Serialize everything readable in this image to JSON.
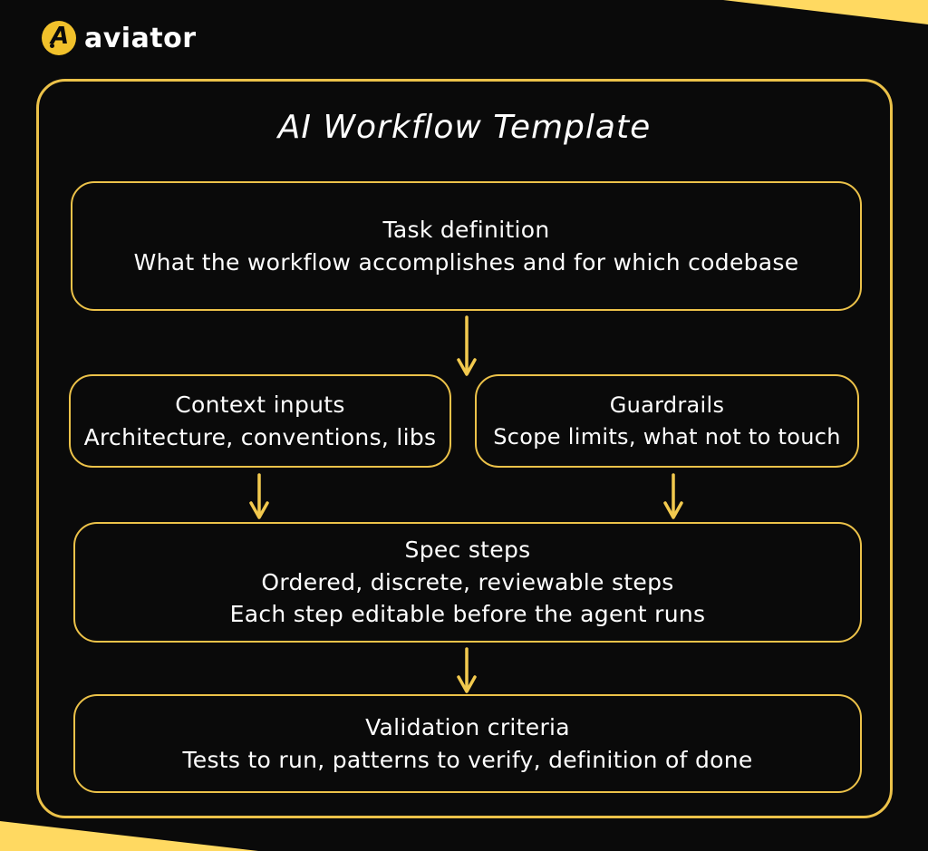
{
  "colors": {
    "background": "#0a0a0a",
    "border_gold": "#ecc249",
    "arrow_gold": "#f2c94e",
    "corner_wedge_yellow": "#ffd961",
    "logo_circle_yellow": "#f1c12b",
    "text": "#ffffff"
  },
  "logo": {
    "brand": "aviator",
    "icon_letter": "A"
  },
  "diagram": {
    "title": "AI Workflow Template",
    "nodes": [
      {
        "id": "task",
        "title": "Task definition",
        "lines": [
          "What the workflow accomplishes and for which codebase"
        ]
      },
      {
        "id": "context",
        "title": "Context inputs",
        "lines": [
          "Architecture, conventions, libs"
        ]
      },
      {
        "id": "guardrails",
        "title": "Guardrails",
        "lines": [
          "Scope limits, what not to touch"
        ]
      },
      {
        "id": "spec",
        "title": "Spec steps",
        "lines": [
          "Ordered, discrete, reviewable steps",
          "Each step editable before the agent runs"
        ]
      },
      {
        "id": "validation",
        "title": "Validation criteria",
        "lines": [
          "Tests to run, patterns to verify, definition of done"
        ]
      }
    ],
    "edges": [
      {
        "from": "task",
        "to": "context-guardrails-row"
      },
      {
        "from": "context",
        "to": "spec"
      },
      {
        "from": "guardrails",
        "to": "spec"
      },
      {
        "from": "spec",
        "to": "validation"
      }
    ]
  }
}
